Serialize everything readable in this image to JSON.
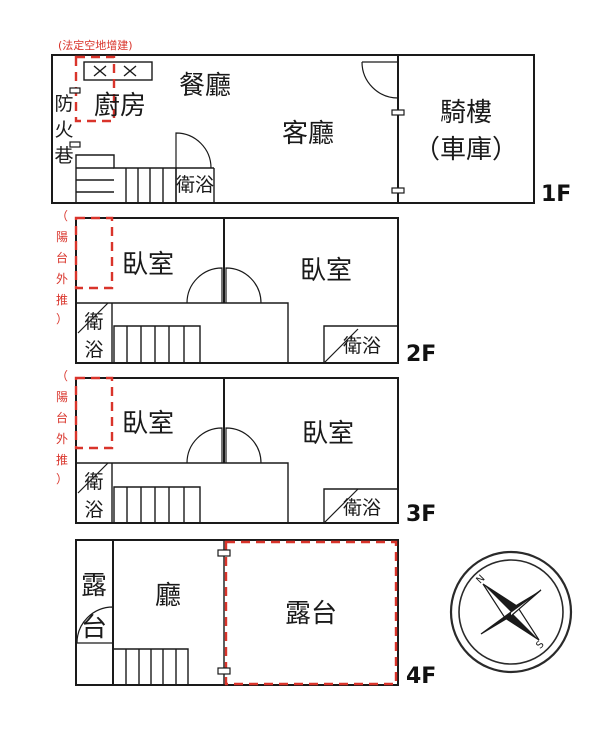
{
  "notes": {
    "legal_open_space": "(法定空地增建)",
    "balcony_2f": [
      "（",
      "陽",
      "台",
      "外",
      "推",
      "）"
    ],
    "balcony_3f": [
      "（",
      "陽",
      "台",
      "外",
      "推",
      "）"
    ]
  },
  "floors": {
    "f1": {
      "label": "1F",
      "rooms": {
        "fire_lane": [
          "防",
          "火",
          "巷"
        ],
        "kitchen": "廚房",
        "dining": "餐廳",
        "living": "客廳",
        "bathroom": "衛浴",
        "arcade_line1": "騎樓",
        "arcade_line2": "（車庫）"
      }
    },
    "f2": {
      "label": "2F",
      "rooms": {
        "bedroom_a": "臥室",
        "bedroom_b": "臥室",
        "bath_small": [
          "衛",
          "浴"
        ],
        "bath_right": "衛浴"
      }
    },
    "f3": {
      "label": "3F",
      "rooms": {
        "bedroom_a": "臥室",
        "bedroom_b": "臥室",
        "bath_small": [
          "衛",
          "浴"
        ],
        "bath_right": "衛浴"
      }
    },
    "f4": {
      "label": "4F",
      "rooms": {
        "terrace_small": [
          "露",
          "台"
        ],
        "hall": "廳",
        "terrace_large": "露台"
      }
    }
  },
  "compass": {
    "north": "N",
    "south": "S"
  },
  "colors": {
    "walls": "#1a1a1a",
    "addition_marker": "#d9342b"
  }
}
